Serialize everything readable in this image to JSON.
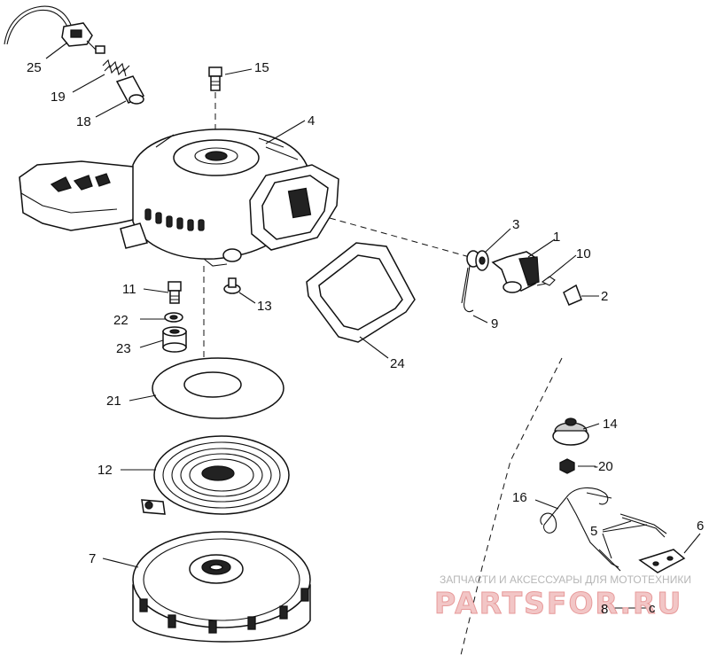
{
  "diagram": {
    "callouts": [
      {
        "id": "c25",
        "text": "25"
      },
      {
        "id": "c19",
        "text": "19"
      },
      {
        "id": "c18",
        "text": "18"
      },
      {
        "id": "c15",
        "text": "15"
      },
      {
        "id": "c4",
        "text": "4"
      },
      {
        "id": "c3",
        "text": "3"
      },
      {
        "id": "c1",
        "text": "1"
      },
      {
        "id": "c10",
        "text": "10"
      },
      {
        "id": "c2",
        "text": "2"
      },
      {
        "id": "c9",
        "text": "9"
      },
      {
        "id": "c11",
        "text": "11"
      },
      {
        "id": "c22",
        "text": "22"
      },
      {
        "id": "c23",
        "text": "23"
      },
      {
        "id": "c13",
        "text": "13"
      },
      {
        "id": "c24",
        "text": "24"
      },
      {
        "id": "c21",
        "text": "21"
      },
      {
        "id": "c12",
        "text": "12"
      },
      {
        "id": "c7",
        "text": "7"
      },
      {
        "id": "c14",
        "text": "14"
      },
      {
        "id": "c20",
        "text": "-20"
      },
      {
        "id": "c16",
        "text": "16"
      },
      {
        "id": "c5",
        "text": "5"
      },
      {
        "id": "c6",
        "text": "6"
      },
      {
        "id": "c8",
        "text": "8"
      },
      {
        "id": "c8b",
        "text": "c"
      }
    ]
  },
  "watermark": {
    "tagline": "ЗАПЧАСТИ И АКСЕССУАРЫ ДЛЯ МОТОТЕХНИКИ",
    "brand": "PARTSFOR.RU"
  }
}
